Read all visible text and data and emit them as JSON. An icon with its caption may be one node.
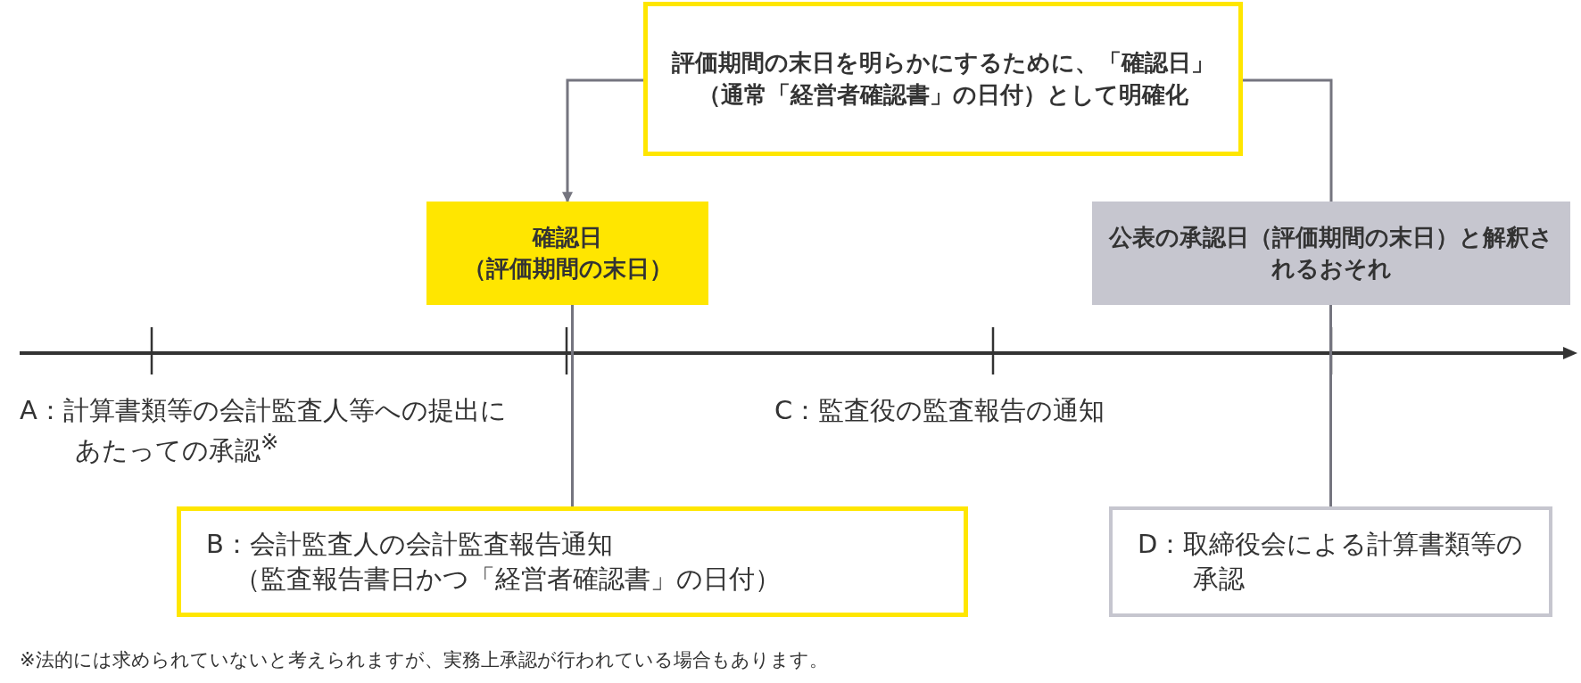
{
  "diagram": {
    "nodes": [
      {
        "text": [
          "評価期間の末日を明らかにするために、「確認日」（通常「経営者確認書」の日付）として明確化"
        ]
      },
      {
        "text": [
          "確認日",
          "（評価期間の末日）"
        ]
      },
      {
        "text": [
          "公表の承認日（評価期間の末日）と解釈されるおそれ"
        ]
      },
      {
        "text": [
          "A：計算書類等の会計監査人等への提出にあたっての承認$^{※}$"
        ]
      },
      {
        "text": [
          "B：会計監査人の会計監査報告通知",
          "（監査報告書日かつ「経営者確認書」の日付）"
        ]
      },
      {
        "text": [
          "C：監査役の監査報告の通知"
        ]
      },
      {
        "text": [
          "D：取締役会による計算書類等の承認"
        ]
      }
    ],
    "edges": [
      {
        "from": 0,
        "to": 1,
        "arrow": "to"
      },
      {
        "from": 0,
        "to": 2,
        "arrow": "none"
      },
      {
        "from": 1,
        "to": 4,
        "arrow": "none"
      },
      {
        "from": 2,
        "to": 6,
        "arrow": "none"
      }
    ],
    "labels": [
      "※法的には求められていないと考えられますが、実務上承認が行われている場合もあります。"
    ]
  }
}
